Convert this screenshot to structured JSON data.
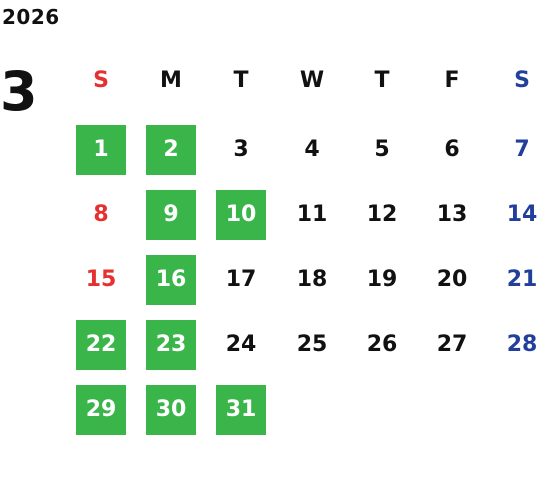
{
  "calendar": {
    "year": "2026",
    "month": "3",
    "weekdays": [
      "S",
      "M",
      "T",
      "W",
      "T",
      "F",
      "S"
    ],
    "colors": {
      "default": "#111111",
      "sunday": "#e53030",
      "saturday": "#233f9c",
      "highlight_bg": "#3ab54a",
      "highlight_text": "#ffffff"
    },
    "days": [
      {
        "label": "1",
        "col": 0,
        "row": 0,
        "highlight": true
      },
      {
        "label": "2",
        "col": 1,
        "row": 0,
        "highlight": true
      },
      {
        "label": "3",
        "col": 2,
        "row": 0,
        "highlight": false
      },
      {
        "label": "4",
        "col": 3,
        "row": 0,
        "highlight": false
      },
      {
        "label": "5",
        "col": 4,
        "row": 0,
        "highlight": false
      },
      {
        "label": "6",
        "col": 5,
        "row": 0,
        "highlight": false
      },
      {
        "label": "7",
        "col": 6,
        "row": 0,
        "highlight": false
      },
      {
        "label": "8",
        "col": 0,
        "row": 1,
        "highlight": false
      },
      {
        "label": "9",
        "col": 1,
        "row": 1,
        "highlight": true
      },
      {
        "label": "10",
        "col": 2,
        "row": 1,
        "highlight": true
      },
      {
        "label": "11",
        "col": 3,
        "row": 1,
        "highlight": false
      },
      {
        "label": "12",
        "col": 4,
        "row": 1,
        "highlight": false
      },
      {
        "label": "13",
        "col": 5,
        "row": 1,
        "highlight": false
      },
      {
        "label": "14",
        "col": 6,
        "row": 1,
        "highlight": false
      },
      {
        "label": "15",
        "col": 0,
        "row": 2,
        "highlight": false
      },
      {
        "label": "16",
        "col": 1,
        "row": 2,
        "highlight": true
      },
      {
        "label": "17",
        "col": 2,
        "row": 2,
        "highlight": false
      },
      {
        "label": "18",
        "col": 3,
        "row": 2,
        "highlight": false
      },
      {
        "label": "19",
        "col": 4,
        "row": 2,
        "highlight": false
      },
      {
        "label": "20",
        "col": 5,
        "row": 2,
        "highlight": false
      },
      {
        "label": "21",
        "col": 6,
        "row": 2,
        "highlight": false
      },
      {
        "label": "22",
        "col": 0,
        "row": 3,
        "highlight": true
      },
      {
        "label": "23",
        "col": 1,
        "row": 3,
        "highlight": true
      },
      {
        "label": "24",
        "col": 2,
        "row": 3,
        "highlight": false
      },
      {
        "label": "25",
        "col": 3,
        "row": 3,
        "highlight": false
      },
      {
        "label": "26",
        "col": 4,
        "row": 3,
        "highlight": false
      },
      {
        "label": "27",
        "col": 5,
        "row": 3,
        "highlight": false
      },
      {
        "label": "28",
        "col": 6,
        "row": 3,
        "highlight": false
      },
      {
        "label": "29",
        "col": 0,
        "row": 4,
        "highlight": true
      },
      {
        "label": "30",
        "col": 1,
        "row": 4,
        "highlight": true
      },
      {
        "label": "31",
        "col": 2,
        "row": 4,
        "highlight": true
      }
    ]
  }
}
